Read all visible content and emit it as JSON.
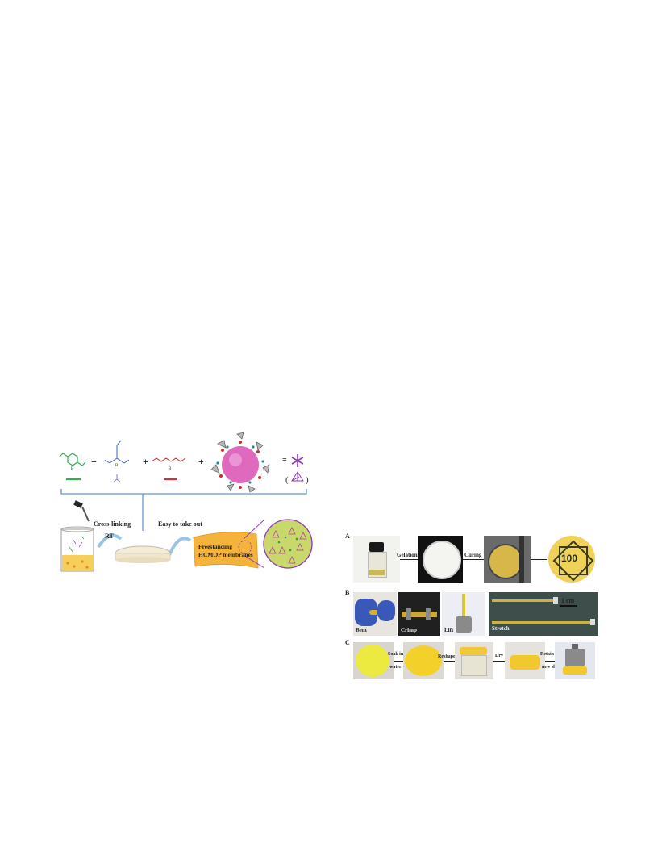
{
  "left_figure": {
    "reagents": {
      "plus1": "+",
      "plus2": "+",
      "plus3": "+",
      "eq": "=",
      "r1_label": "B",
      "r2_label": "B",
      "r3_label": "B"
    },
    "steps": {
      "crosslink": "Cross-linking",
      "rt": "RT",
      "easy": "Easy to take out",
      "membrane_line1": "Freestanding",
      "membrane_line2": "HCMOP membranes"
    },
    "colors": {
      "green": "#2fae55",
      "blue": "#3a66c4",
      "red": "#d0303a",
      "purple": "#8e3bb8",
      "pink": "#d94fb0",
      "bracket": "#5a9bd5"
    }
  },
  "right_figure": {
    "panel_a": {
      "label": "A",
      "arrow1": "Gelation",
      "arrow2": "Curing",
      "badge": "100"
    },
    "panel_b": {
      "label": "B",
      "bent": "Bent",
      "crimp": "Crimp",
      "lift": "Lift",
      "stretch": "Stretch",
      "scale": "1 cm"
    },
    "panel_c": {
      "label": "C",
      "step1_l1": "Soak in",
      "step1_l2": "water",
      "step2": "Reshape",
      "step3": "Dry",
      "step4_l1": "Retain the",
      "step4_l2": "new shape"
    }
  }
}
